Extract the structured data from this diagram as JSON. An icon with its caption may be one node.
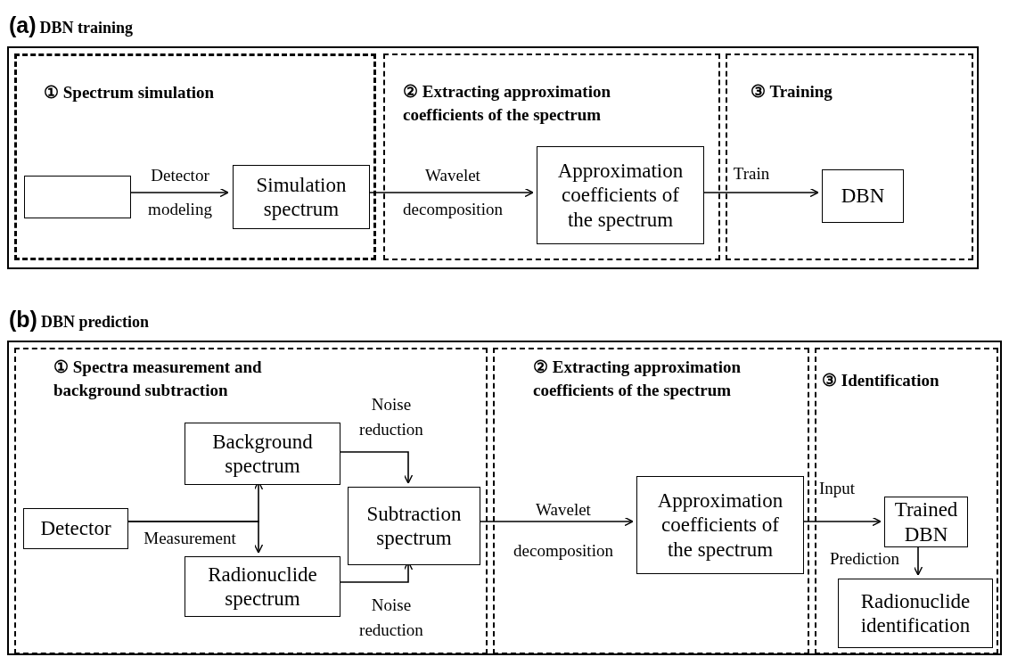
{
  "diagram": {
    "nodes": [
      {
        "text": [
          "(a)",
          "DBN training"
        ]
      },
      {
        "text": [
          "① Spectrum simulation"
        ],
        "in": 0
      },
      {
        "text": [
          "② Extracting approximation coefficients of the spectrum"
        ],
        "in": 0
      },
      {
        "text": [
          "③ Training"
        ],
        "in": 0
      },
      {
        "text": [],
        "shape": "box",
        "in": 1
      },
      {
        "text": [
          "Simulation spectrum"
        ],
        "in": 1
      },
      {
        "text": [
          "Approximation coefficients of the spectrum"
        ],
        "in": 2
      },
      {
        "text": [
          "DBN"
        ],
        "in": 3
      },
      {
        "text": [
          "(b)",
          "DBN prediction"
        ]
      },
      {
        "text": [
          "① Spectra measurement and background subtraction"
        ],
        "in": 8
      },
      {
        "text": [
          "② Extracting approximation coefficients of the spectrum"
        ],
        "in": 8
      },
      {
        "text": [
          "③ Identification"
        ],
        "in": 8
      },
      {
        "text": [
          "Detector"
        ],
        "in": 9
      },
      {
        "text": [
          "Background spectrum"
        ],
        "in": 9
      },
      {
        "text": [
          "Radionuclide spectrum"
        ],
        "in": 9
      },
      {
        "text": [
          "Subtraction spectrum"
        ],
        "in": 9
      },
      {
        "text": [
          "Approximation coefficients of the spectrum"
        ],
        "in": 10
      },
      {
        "text": [
          "Trained DBN"
        ],
        "in": 11
      },
      {
        "text": [
          "Radionuclide identification"
        ],
        "in": 11
      }
    ],
    "edges": [
      {
        "from": 4,
        "to": 5,
        "arrow": "to",
        "label": "Detector modeling"
      },
      {
        "from": 5,
        "to": 6,
        "arrow": "to",
        "label": "Wavelet decomposition"
      },
      {
        "from": 6,
        "to": 7,
        "arrow": "to",
        "label": "Train"
      },
      {
        "from": 12,
        "to": 13,
        "arrow": "to",
        "label": "Measurement"
      },
      {
        "from": 12,
        "to": 14,
        "arrow": "to"
      },
      {
        "from": 13,
        "to": 15,
        "arrow": "to",
        "label": "Noise reduction"
      },
      {
        "from": 14,
        "to": 15,
        "arrow": "to",
        "label": "Noise reduction"
      },
      {
        "from": 15,
        "to": 16,
        "arrow": "to",
        "label": "Wavelet decomposition"
      },
      {
        "from": 16,
        "to": 17,
        "arrow": "to",
        "label": "Input"
      },
      {
        "from": 17,
        "to": 18,
        "arrow": "to",
        "label": "Prediction"
      }
    ]
  }
}
